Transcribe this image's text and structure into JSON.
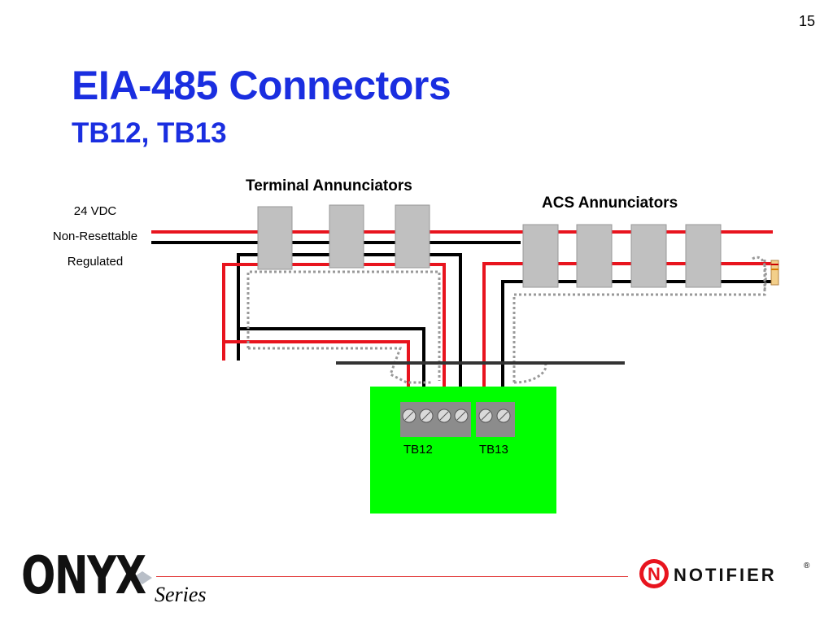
{
  "page": {
    "number": "15"
  },
  "title": {
    "main": "EIA-485 Connectors",
    "sub": "TB12, TB13"
  },
  "power": {
    "line1": "24 VDC",
    "line2": "Non-Resettable",
    "line3": "Regulated"
  },
  "groups": {
    "terminal": "Terminal Annunciators",
    "acs": "ACS Annunciators"
  },
  "board": {
    "tb12": "TB12",
    "tb13": "TB13"
  },
  "footer": {
    "brand_left": "ONYX",
    "brand_left_tagline": "Series",
    "brand_right": "NOTIFIER",
    "registered": "®"
  },
  "colors": {
    "title": "#1a2ee0",
    "power_wire": "#e8141e",
    "data_wire": "#000000",
    "shield": "#999999",
    "board": "#00ff00",
    "module": "#c0c0c0"
  }
}
